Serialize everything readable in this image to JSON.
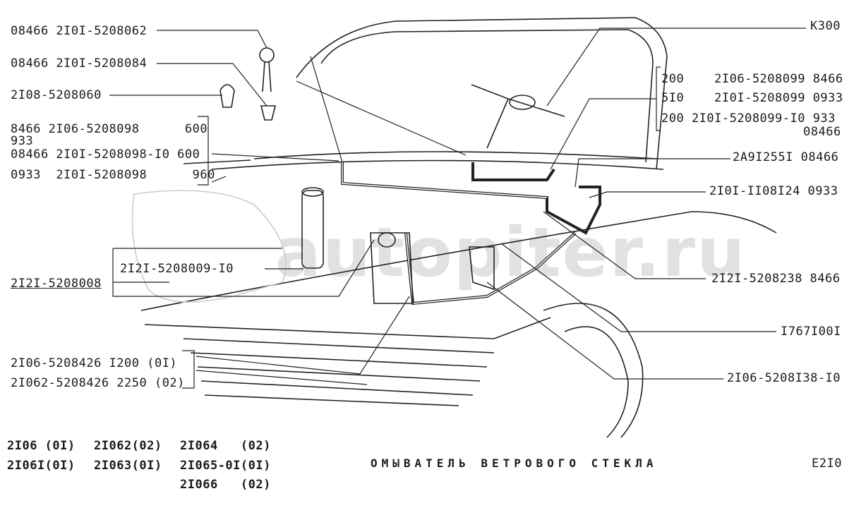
{
  "title": "ОМЫВАТЕЛЬ ВЕТРОВОГО СТЕКЛА",
  "sheet_code": "E2I0",
  "watermark": "autopiter.ru",
  "left_labels": {
    "jet_a": "08466 2I0I-5208062",
    "jet_b": "08466 2I0I-5208084",
    "jet_c": "2I08-5208060",
    "hose_rows": [
      "8466 2I06-5208098      600",
      "933",
      "08466 2I0I-5208098-I0 600",
      "0933  2I0I-5208098      960"
    ],
    "pump": "2I2I-5208009-I0",
    "reservoir": "2I2I-5208008",
    "tube_a": "2I06-5208426 I200 (0I)",
    "tube_b": "2I062-5208426 2250 (02)"
  },
  "right_labels": {
    "k300": "K300",
    "switch_rows": [
      "200    2I06-5208099 8466",
      "5I0    2I0I-5208099 0933",
      "200 2I0I-5208099-I0 933",
      "08466"
    ],
    "tee": "2A9I255I 08466",
    "clip": "2I0I-II08I24 0933",
    "valve": "2I2I-5208238 8466",
    "bolt": "I767I00I",
    "bracket": "2I06-5208I38-I0"
  },
  "models": [
    [
      "2I06 (0I)",
      "2I062(02)",
      "2I064   (02)"
    ],
    [
      "2I06I(0I)",
      "2I063(0I)",
      "2I065-0I(0I)"
    ],
    [
      "",
      "",
      "2I066   (02)"
    ]
  ]
}
